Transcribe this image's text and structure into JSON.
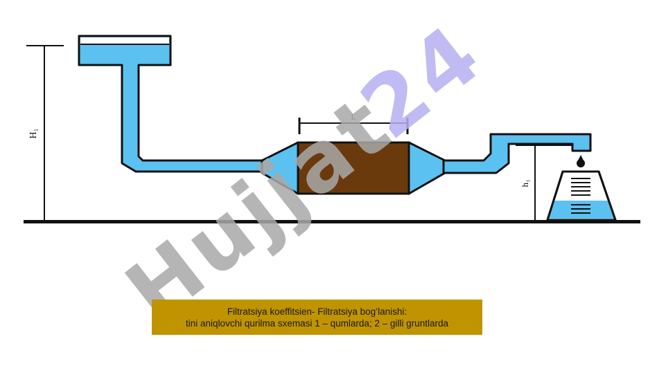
{
  "diagram": {
    "label_H": "H₁",
    "label_L": "L",
    "label_h": "h₁"
  },
  "watermark": {
    "text": "Hujjat 24"
  },
  "caption": {
    "line1": "Filtratsiya koeffitsien- Filtratsiya bog’lanishi:",
    "line2": "tini aniqlovchi qurilma sxemasi 1 – qumlarda; 2 – gilli gruntlarda"
  },
  "colors": {
    "water": "#5bc1f0",
    "soil": "#6b3a0c",
    "outline": "#111111",
    "caption_bg": "#c09300",
    "watermark_purple": "#b7b0f2",
    "watermark_gray": "#a9a9a9"
  }
}
